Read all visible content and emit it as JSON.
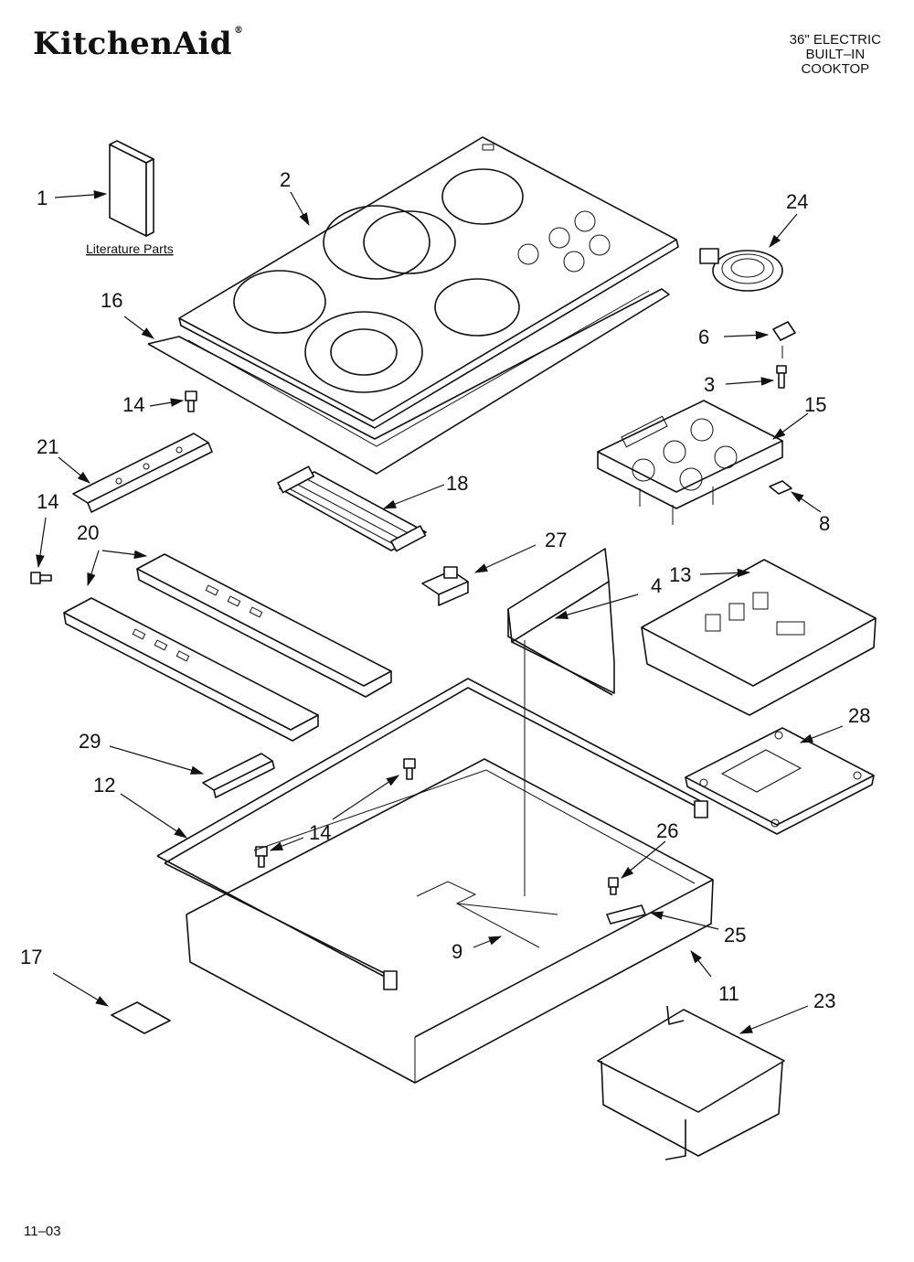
{
  "header": {
    "brand": "KitchenAid",
    "title_lines": [
      "36\" ELECTRIC",
      "BUILT–IN",
      "COOKTOP"
    ]
  },
  "footer": {
    "code": "11–03"
  },
  "literature_label": "Literature Parts",
  "callouts": {
    "c1": "1",
    "c2": "2",
    "c3": "3",
    "c4": "4",
    "c6": "6",
    "c8": "8",
    "c9": "9",
    "c11": "11",
    "c12": "12",
    "c13": "13",
    "c14a": "14",
    "c14b": "14",
    "c14c": "14",
    "c15": "15",
    "c16": "16",
    "c17": "17",
    "c18": "18",
    "c20": "20",
    "c21": "21",
    "c23": "23",
    "c24": "24",
    "c25": "25",
    "c26": "26",
    "c27": "27",
    "c28": "28",
    "c29": "29"
  }
}
